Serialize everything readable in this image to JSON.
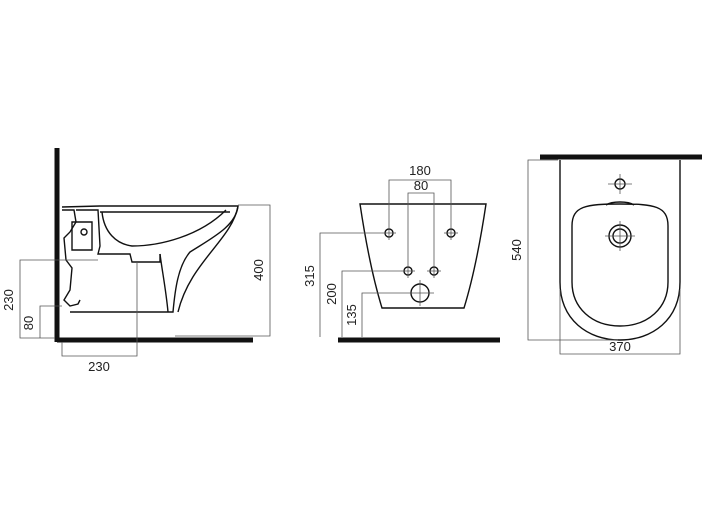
{
  "colors": {
    "background": "#ffffff",
    "line": "#111111",
    "dimension_line": "#555555",
    "text": "#222222"
  },
  "side_view": {
    "dim_width": "230",
    "dim_height": "400",
    "dim_pipe_height": "230",
    "dim_pipe_low": "80"
  },
  "front_view": {
    "dim_mount_spacing": "180",
    "dim_inlet_spacing": "80",
    "dim_mount_height": "315",
    "dim_inlet_height": "200",
    "dim_outlet_height": "135"
  },
  "top_view": {
    "dim_length": "540",
    "dim_width": "370"
  }
}
